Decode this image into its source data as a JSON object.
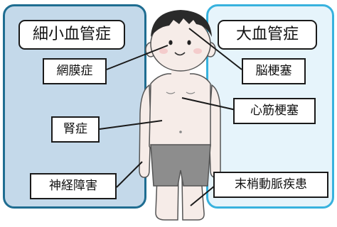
{
  "panels": {
    "left_title": "細小血管症",
    "right_title": "大血管症"
  },
  "labels": {
    "retinopathy": "網膜症",
    "nephropathy": "腎症",
    "neuropathy": "神経障害",
    "stroke": "脳梗塞",
    "myocardial_infarction": "心筋梗塞",
    "peripheral_artery_disease": "末梢動脈疾患"
  },
  "colors": {
    "microvascular_panel": "#c4d9ea",
    "microvascular_border": "#1f6d91",
    "macrovascular_panel": "#e6f4fb",
    "macrovascular_border": "#38b2de",
    "skin": "#f6ece8",
    "hair": "#2a2a2a",
    "shorts": "#8d8d8d"
  }
}
